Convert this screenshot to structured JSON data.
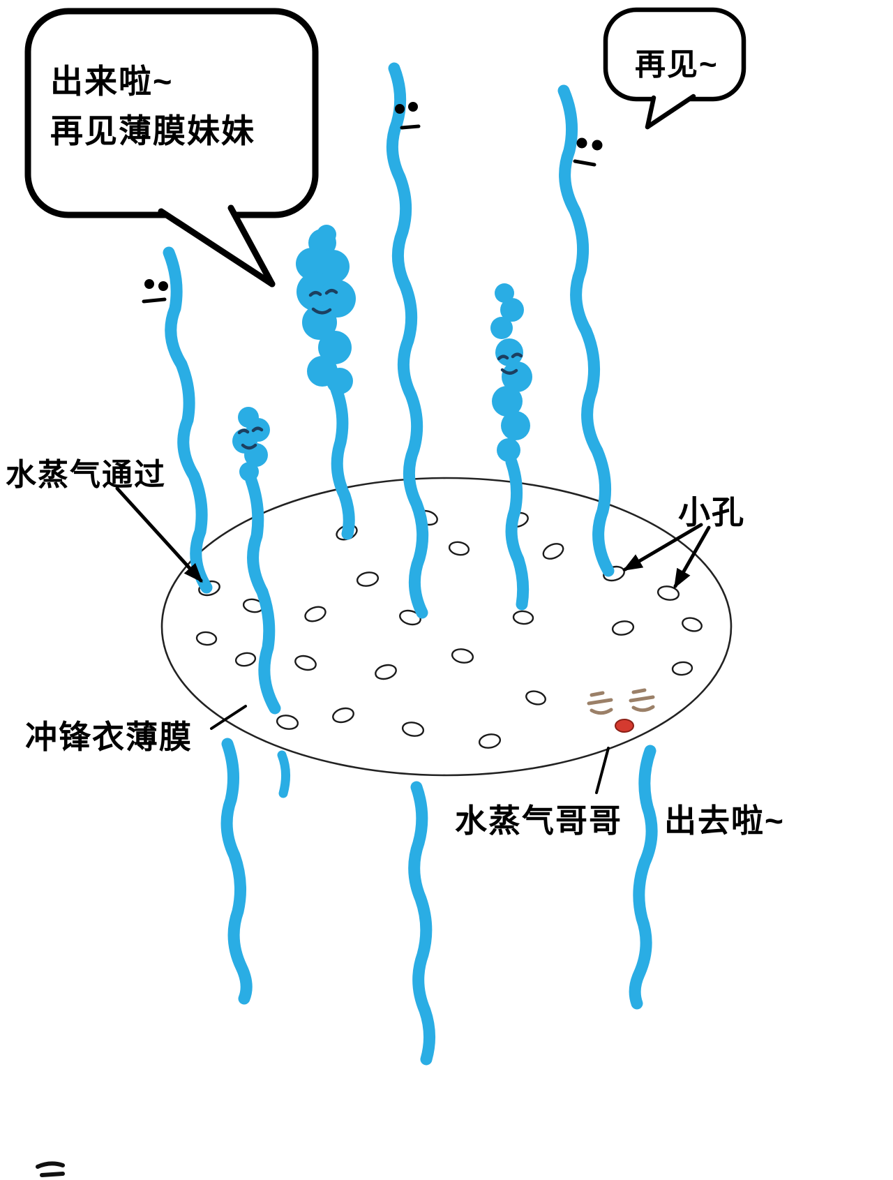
{
  "bubbles": {
    "left": {
      "line1": "出来啦~",
      "line2": "再见薄膜妹妹"
    },
    "right": {
      "text": "再见~"
    }
  },
  "labels": {
    "vapor_pass": "水蒸气通过",
    "pores": "小孔",
    "membrane": "冲锋衣薄膜",
    "vapor_brother": "水蒸气哥哥",
    "going_out": "出去啦~"
  },
  "colors": {
    "vapor_blue": "#2aade4",
    "face_navy": "#1c3f60",
    "eye_brown": "#9b8068",
    "tongue_red": "#d43a2f",
    "ink": "#000000"
  }
}
